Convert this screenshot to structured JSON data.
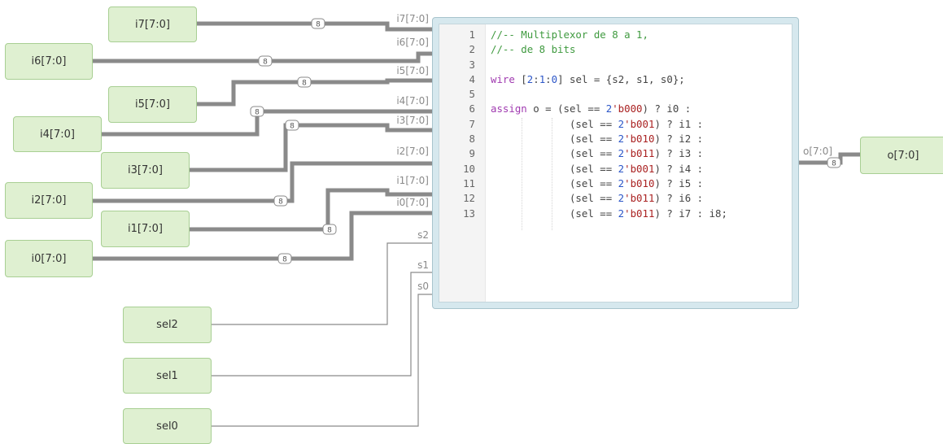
{
  "inputs": [
    {
      "label": "i7[7:0]"
    },
    {
      "label": "i6[7:0]"
    },
    {
      "label": "i5[7:0]"
    },
    {
      "label": "i4[7:0]"
    },
    {
      "label": "i3[7:0]"
    },
    {
      "label": "i2[7:0]"
    },
    {
      "label": "i1[7:0]"
    },
    {
      "label": "i0[7:0]"
    },
    {
      "label": "sel2"
    },
    {
      "label": "sel1"
    },
    {
      "label": "sel0"
    }
  ],
  "output": {
    "label": "o[7:0]"
  },
  "module": {
    "input_ports": [
      "i7[7:0]",
      "i6[7:0]",
      "i5[7:0]",
      "i4[7:0]",
      "i3[7:0]",
      "i2[7:0]",
      "i1[7:0]",
      "i0[7:0]",
      "s2",
      "s1",
      "s0"
    ],
    "output_port": "o[7:0]",
    "bus_width": "8",
    "code_lines": [
      {
        "n": "1",
        "segs": [
          {
            "t": "//-- Multiplexor de 8 a 1,",
            "c": "com"
          }
        ]
      },
      {
        "n": "2",
        "segs": [
          {
            "t": "//-- de 8 bits",
            "c": "com"
          }
        ]
      },
      {
        "n": "3",
        "segs": []
      },
      {
        "n": "4",
        "segs": [
          {
            "t": "wire",
            "c": "kw"
          },
          {
            "t": " [",
            "c": ""
          },
          {
            "t": "2",
            "c": "num"
          },
          {
            "t": ":",
            "c": ""
          },
          {
            "t": "1",
            "c": "num"
          },
          {
            "t": ":",
            "c": ""
          },
          {
            "t": "0",
            "c": "num"
          },
          {
            "t": "] sel = {s2, s1, s0};",
            "c": ""
          }
        ]
      },
      {
        "n": "5",
        "segs": []
      },
      {
        "n": "6",
        "segs": [
          {
            "t": "assign",
            "c": "kw"
          },
          {
            "t": " o = (sel == ",
            "c": ""
          },
          {
            "t": "2",
            "c": "num"
          },
          {
            "t": "'b000",
            "c": "str"
          },
          {
            "t": ") ? i0 :",
            "c": ""
          }
        ]
      },
      {
        "n": "7",
        "segs": [
          {
            "t": "             (sel == ",
            "c": ""
          },
          {
            "t": "2",
            "c": "num"
          },
          {
            "t": "'b001",
            "c": "str"
          },
          {
            "t": ") ? i1 :",
            "c": ""
          }
        ]
      },
      {
        "n": "8",
        "segs": [
          {
            "t": "             (sel == ",
            "c": ""
          },
          {
            "t": "2",
            "c": "num"
          },
          {
            "t": "'b010",
            "c": "str"
          },
          {
            "t": ") ? i2 :",
            "c": ""
          }
        ]
      },
      {
        "n": "9",
        "segs": [
          {
            "t": "             (sel == ",
            "c": ""
          },
          {
            "t": "2",
            "c": "num"
          },
          {
            "t": "'b011",
            "c": "str"
          },
          {
            "t": ") ? i3 :",
            "c": ""
          }
        ]
      },
      {
        "n": "10",
        "segs": [
          {
            "t": "             (sel == ",
            "c": ""
          },
          {
            "t": "2",
            "c": "num"
          },
          {
            "t": "'b001",
            "c": "str"
          },
          {
            "t": ") ? i4 :",
            "c": ""
          }
        ]
      },
      {
        "n": "11",
        "segs": [
          {
            "t": "             (sel == ",
            "c": ""
          },
          {
            "t": "2",
            "c": "num"
          },
          {
            "t": "'b010",
            "c": "str"
          },
          {
            "t": ") ? i5 :",
            "c": ""
          }
        ]
      },
      {
        "n": "12",
        "segs": [
          {
            "t": "             (sel == ",
            "c": ""
          },
          {
            "t": "2",
            "c": "num"
          },
          {
            "t": "'b011",
            "c": "str"
          },
          {
            "t": ") ? i6 :",
            "c": ""
          }
        ]
      },
      {
        "n": "13",
        "segs": [
          {
            "t": "             (sel == ",
            "c": ""
          },
          {
            "t": "2",
            "c": "num"
          },
          {
            "t": "'b011",
            "c": "str"
          },
          {
            "t": ") ? i7 : i8;",
            "c": ""
          }
        ]
      }
    ]
  },
  "colors": {
    "io_fill": "#dff0d1",
    "io_border": "#a8cf93",
    "module_frame": "#d6e8ee",
    "wire": "#8a8a8a",
    "comment": "#3f9a3f",
    "keyword": "#a03ab0",
    "number": "#2d57c8",
    "literal": "#aa2222"
  }
}
